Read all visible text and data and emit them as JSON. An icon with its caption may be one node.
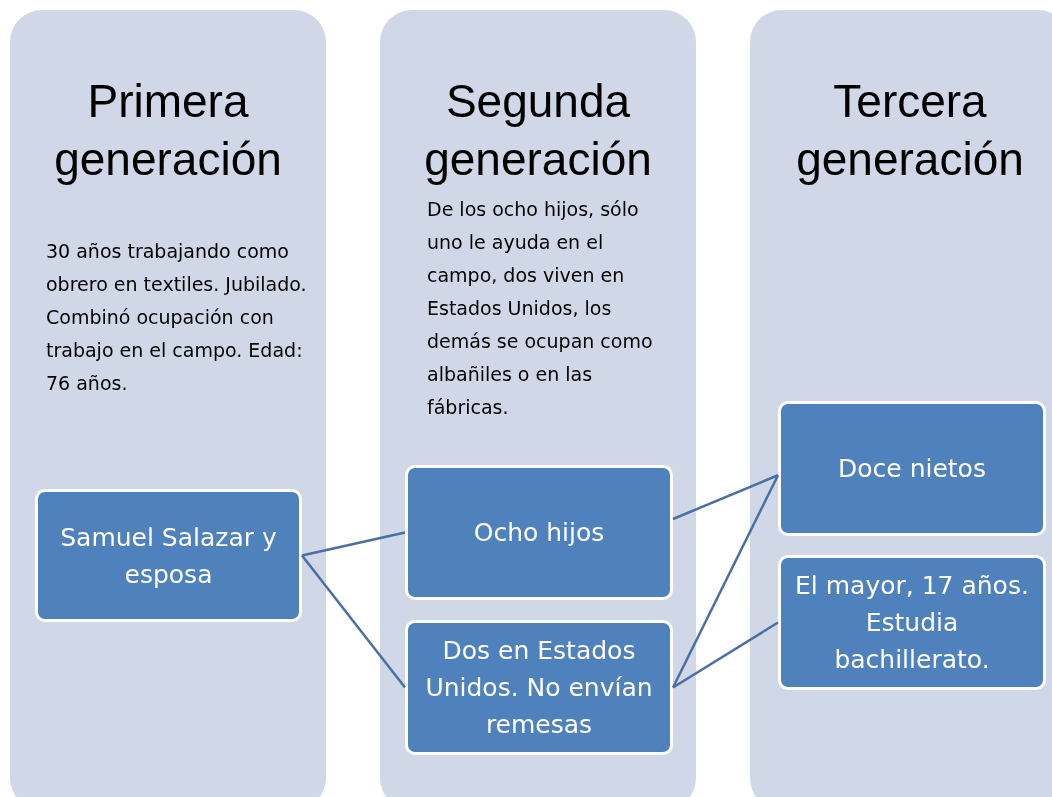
{
  "diagram": {
    "nodes": [
      {
        "text": [
          "Primera generación",
          "30 años trabajando como obrero en textiles. Jubilado. Combinó ocupación con trabajo en el campo. Edad: 76 años."
        ]
      },
      {
        "text": [
          "Samuel Salazar y esposa"
        ],
        "in": 0
      },
      {
        "text": [
          "Segunda generación",
          "De los ocho hijos, sólo uno le ayuda en el campo, dos viven en Estados Unidos, los demás se ocupan como albañiles o en las fábricas."
        ]
      },
      {
        "text": [
          "Ocho hijos"
        ],
        "in": 2
      },
      {
        "text": [
          "Dos en Estados Unidos. No envían remesas"
        ],
        "in": 2
      },
      {
        "text": [
          "Tercera generación"
        ]
      },
      {
        "text": [
          "Doce nietos"
        ],
        "in": 5
      },
      {
        "text": [
          "El mayor, 17 años. Estudia bachillerato."
        ],
        "in": 5
      }
    ],
    "edges": [
      {
        "from": 1,
        "to": 3,
        "arrow": "none"
      },
      {
        "from": 1,
        "to": 4,
        "arrow": "none"
      },
      {
        "from": 3,
        "to": 6,
        "arrow": "none"
      },
      {
        "from": 4,
        "to": 6,
        "arrow": "none"
      },
      {
        "from": 4,
        "to": 7,
        "arrow": "none"
      }
    ]
  }
}
